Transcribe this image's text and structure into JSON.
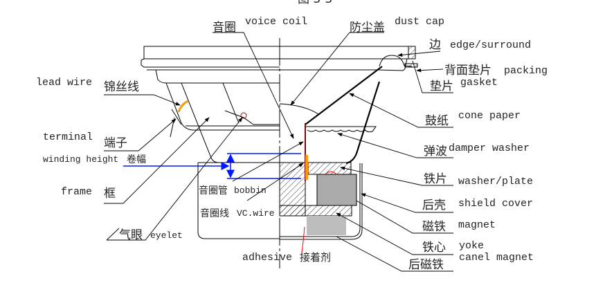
{
  "title": "图 3-3",
  "colors": {
    "coil": "#8b0000",
    "bobbin_wire": "#ff9900",
    "dimension": "#0018ff",
    "magnet": "#aaaaaa",
    "back_magnet": "#bdbdbd",
    "adhesive": "#ff0000"
  },
  "labels": {
    "voice_coil_cn": "音圈",
    "voice_coil_en": "voice coil",
    "dust_cap_cn": "防尘盖",
    "dust_cap_en": "dust cap",
    "edge_cn": "边",
    "edge_en": "edge/surround",
    "packing_cn": "背面垫片",
    "packing_en": "packing",
    "gasket_cn": "垫片",
    "gasket_en": "gasket",
    "cone_cn": "鼓纸",
    "cone_en": "cone paper",
    "damper_cn": "弹波",
    "damper_en": "damper washer",
    "plate_cn": "铁片",
    "plate_en": "washer/plate",
    "shield_cn": "后壳",
    "shield_en": "shield cover",
    "magnet_cn": "磁铁",
    "magnet_en": "magnet",
    "yoke_cn": "铁心",
    "yoke_en": "yoke",
    "canel_cn": "后磁铁",
    "canel_en": "canel magnet",
    "lead_wire_en": "lead wire",
    "lead_wire_cn": "锦丝线",
    "terminal_en": "terminal",
    "terminal_cn": "端子",
    "winding_en": "winding height",
    "winding_cn": "卷幅",
    "frame_en": "frame",
    "frame_cn": "框",
    "eyelet_cn": "气眼",
    "eyelet_en": "eyelet",
    "bobbin_cn": "音圈管",
    "bobbin_en": "bobbin",
    "vcwire_cn": "音圈线",
    "vcwire_en": "VC.wire",
    "adhesive_en": "adhesive",
    "adhesive_cn": "接着剂"
  }
}
